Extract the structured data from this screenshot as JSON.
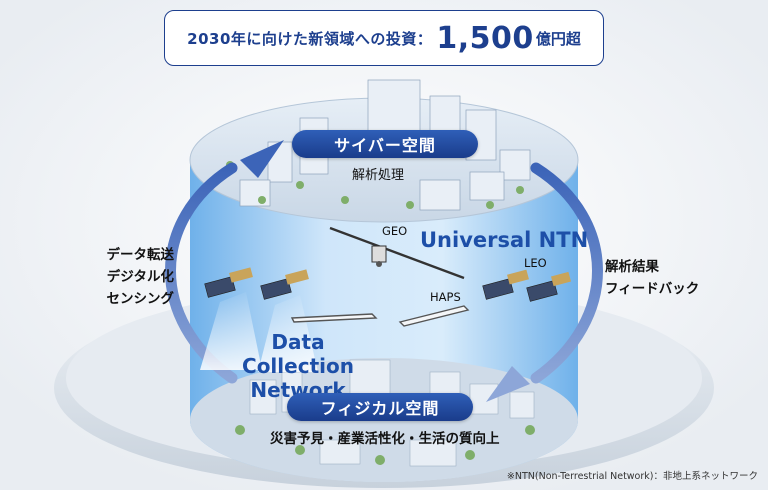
{
  "headline": {
    "prefix": "2030年に向けた新領域への投資：",
    "amount": "1,500",
    "unit": "億円超"
  },
  "layers": {
    "cyber": {
      "label": "サイバー空間",
      "caption": "解析処理"
    },
    "physical": {
      "label": "フィジカル空間",
      "caption": "災害予見・産業活性化・生活の質向上"
    }
  },
  "flows": {
    "left": [
      "データ転送",
      "デジタル化",
      "センシング"
    ],
    "right": [
      "解析結果",
      "フィードバック"
    ]
  },
  "networks": {
    "universal": "Universal NTN",
    "collection_line1": "Data Collection",
    "collection_line2": "Network"
  },
  "satellites": {
    "geo": "GEO",
    "leo": "LEO",
    "haps": "HAPS"
  },
  "footnote": "※NTN(Non-Terrestrial Network)：非地上系ネットワーク",
  "colors": {
    "brand_navy": "#1d3f8e",
    "accent_blue": "#1d4fa8",
    "cylinder_blue": "#9ccbf0"
  }
}
